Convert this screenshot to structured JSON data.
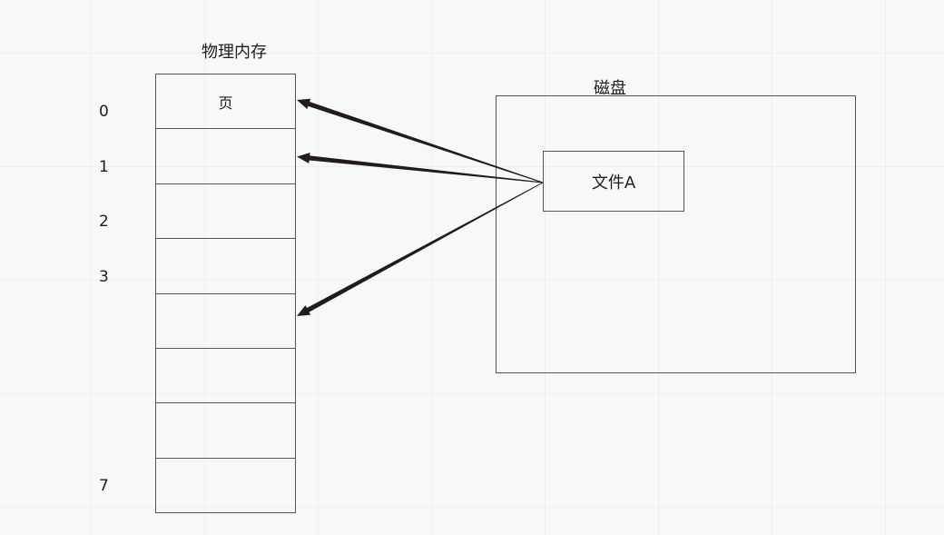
{
  "diagram": {
    "memory": {
      "title": "物理内存",
      "rows": [
        {
          "index": "0",
          "content": "页"
        },
        {
          "index": "1",
          "content": ""
        },
        {
          "index": "2",
          "content": ""
        },
        {
          "index": "3",
          "content": ""
        },
        {
          "index": "",
          "content": ""
        },
        {
          "index": "",
          "content": ""
        },
        {
          "index": "",
          "content": ""
        },
        {
          "index": "7",
          "content": ""
        }
      ]
    },
    "disk": {
      "title": "磁盘",
      "file_label": "文件A"
    },
    "arrows": [
      {
        "from": "file",
        "to_row": 0
      },
      {
        "from": "file",
        "to_row": 1
      },
      {
        "from": "file",
        "to_row": 4
      }
    ],
    "colors": {
      "stroke": "#5a5457",
      "arrow": "#231a1e",
      "grid": "#eceef1",
      "background": "#f7f8fa"
    }
  }
}
